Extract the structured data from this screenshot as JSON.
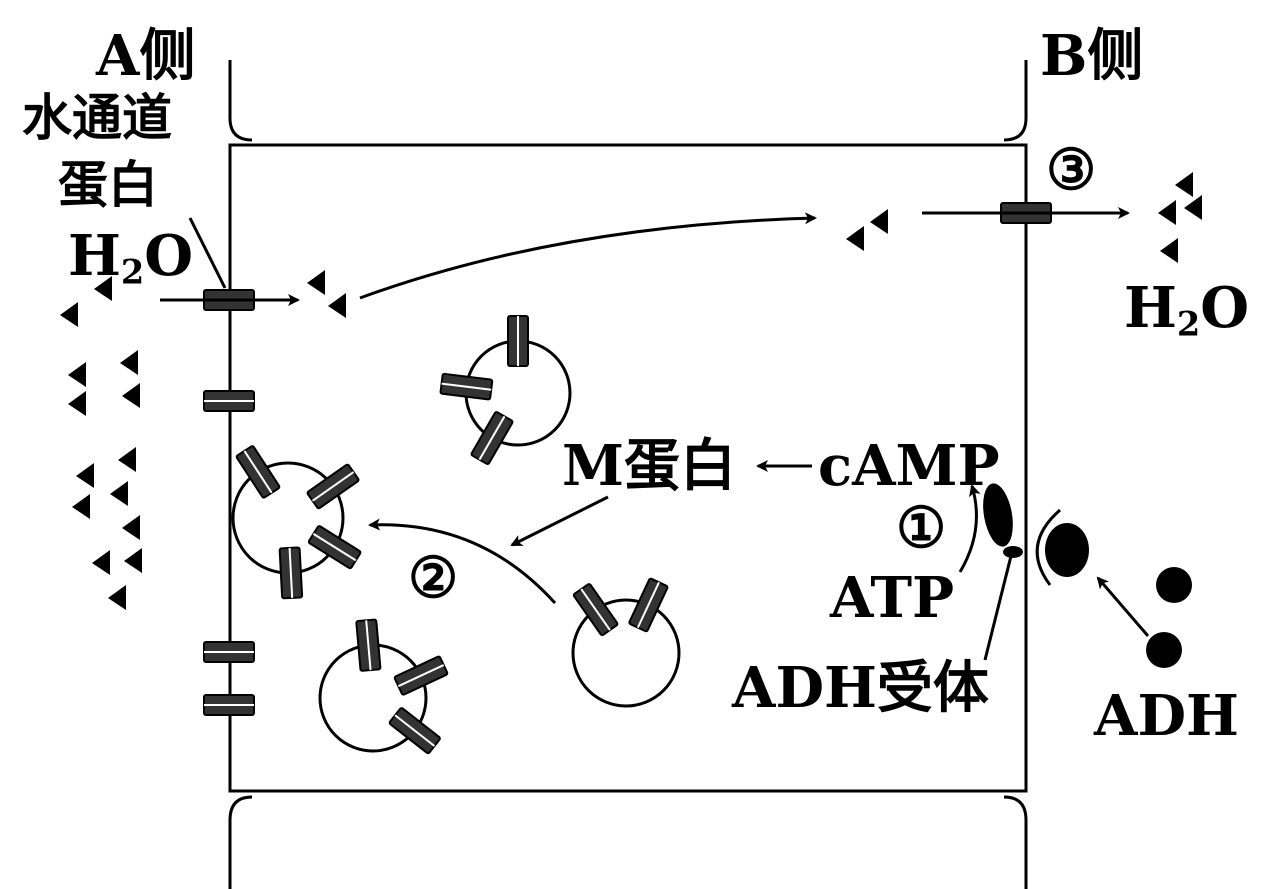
{
  "labels": {
    "side_a": "A侧",
    "side_b": "B侧",
    "aquaporin_line1": "水通道",
    "aquaporin_line2": "蛋白",
    "h2o_left_main": "H",
    "h2o_left_sub": "2",
    "h2o_left_tail": "O",
    "h2o_right_main": "H",
    "h2o_right_sub": "2",
    "h2o_right_tail": "O",
    "step1": "①",
    "step2": "②",
    "step3": "③",
    "m_protein": "M蛋白",
    "camp": "cAMP",
    "atp": "ATP",
    "adh_receptor": "ADH受体",
    "adh": "ADH"
  },
  "colors": {
    "line": "#000000",
    "channel_fill": "#333333",
    "background": "#ffffff"
  }
}
